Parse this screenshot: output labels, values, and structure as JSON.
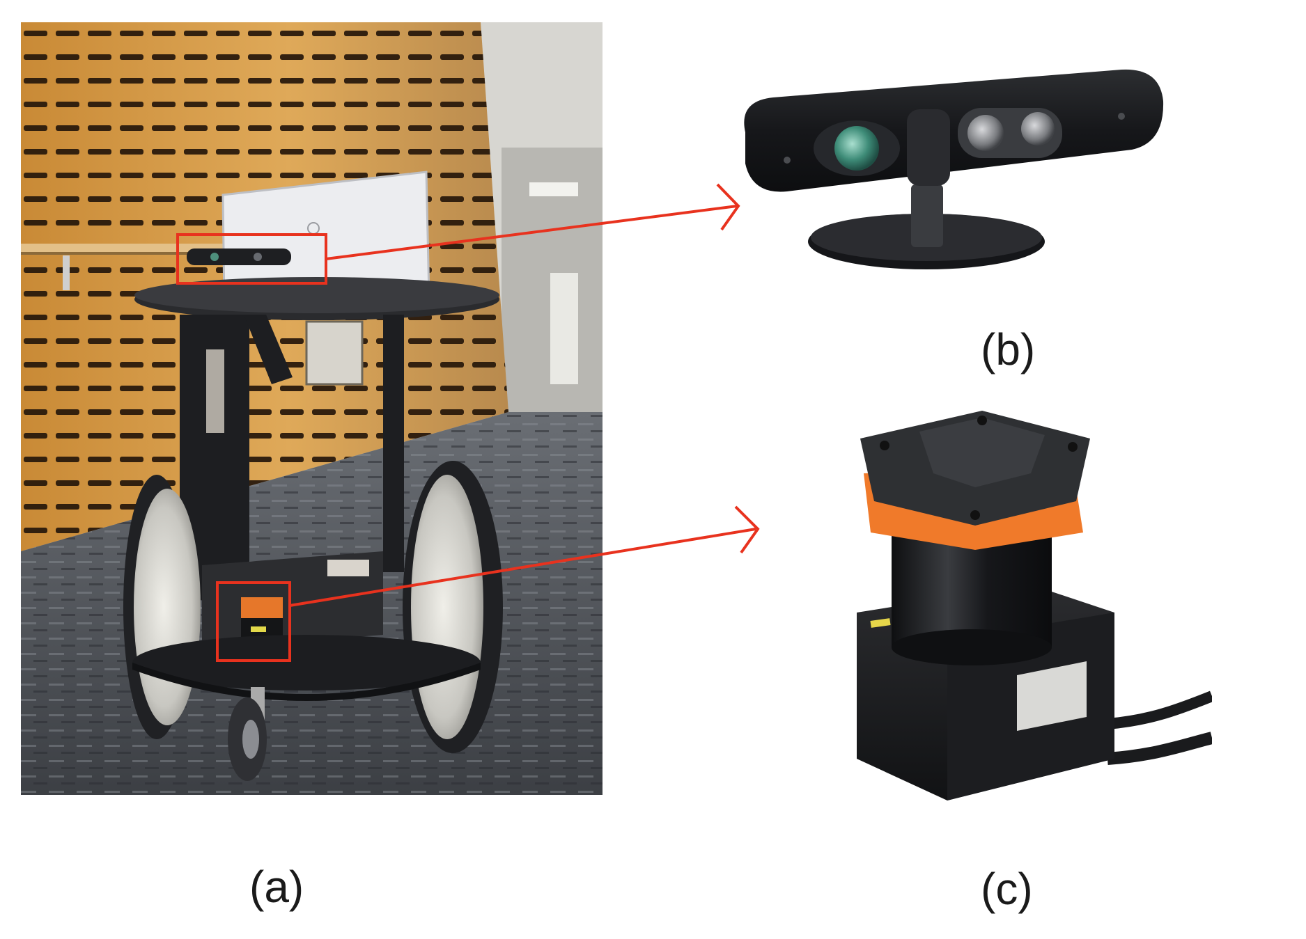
{
  "figure": {
    "panels": [
      {
        "id": "a",
        "caption": "(a)",
        "content": "mobile-robot-photo"
      },
      {
        "id": "b",
        "caption": "(b)",
        "content": "depth-camera"
      },
      {
        "id": "c",
        "caption": "(c)",
        "content": "laser-scanner"
      }
    ]
  },
  "colors": {
    "highlight": "#e8321e",
    "wall": "#d9a04a",
    "device_dark": "#1b1c1e",
    "scanner_orange": "#f07a2a"
  }
}
